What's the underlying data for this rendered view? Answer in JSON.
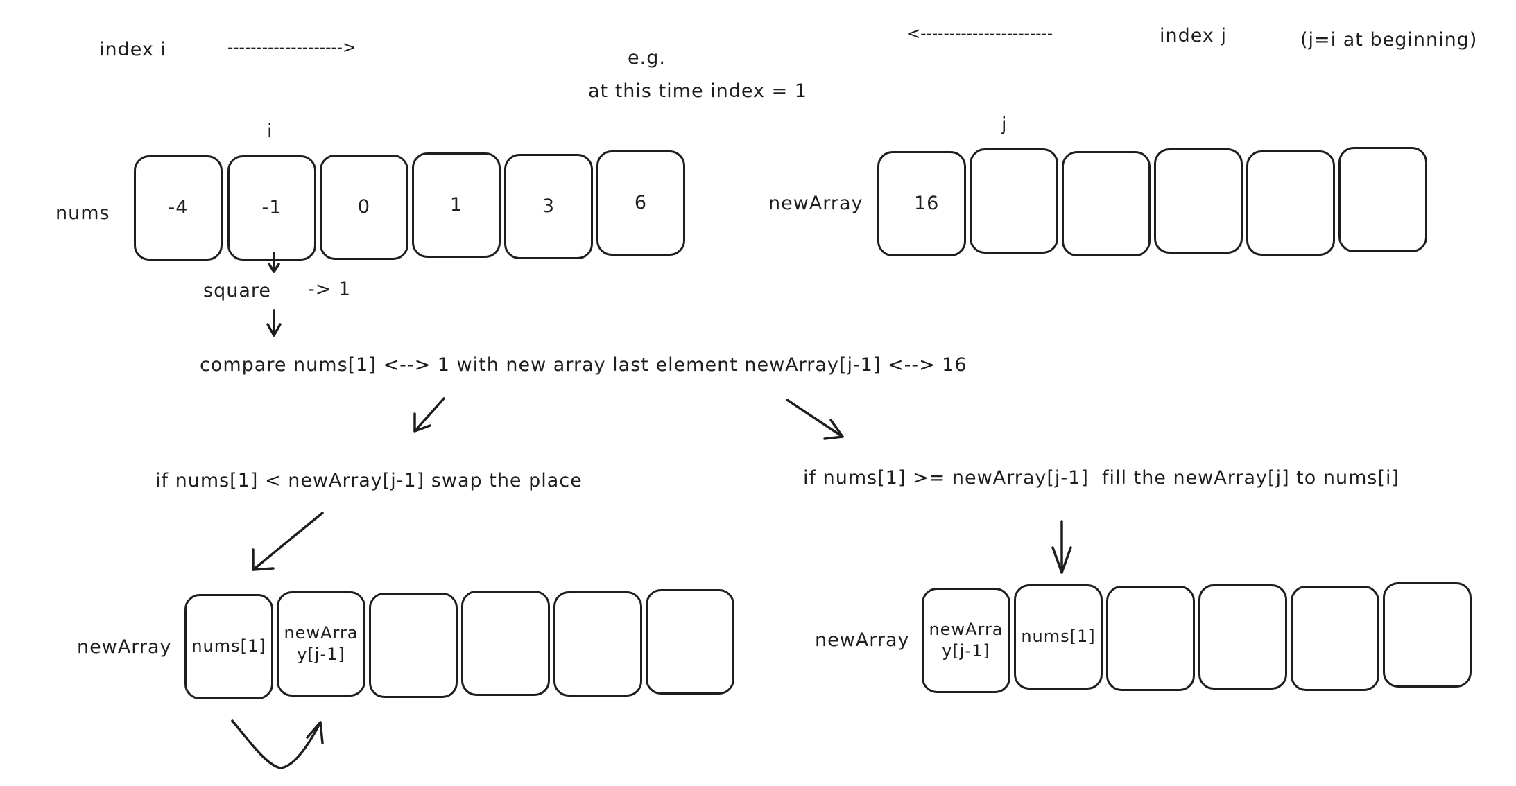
{
  "header": {
    "index_i": "index i",
    "arrow_right": "-------------------->",
    "example_label": "e.g.",
    "example_desc": "at this time index = 1",
    "arrow_left": "<-----------------------",
    "index_j": "index j",
    "j_note": "(j=i at beginning)"
  },
  "nums_array": {
    "label": "nums",
    "pointer": "i",
    "cells": [
      "-4",
      "-1",
      "0",
      "1",
      "3",
      "6"
    ]
  },
  "new_array_top": {
    "label": "newArray",
    "pointer": "j",
    "cells": [
      "16",
      "",
      "",
      "",
      "",
      ""
    ]
  },
  "square_step": {
    "label": "square",
    "result": "-> 1"
  },
  "compare_text": "compare nums[1] <--> 1 with new array last element newArray[j-1] <--> 16",
  "branch_left": {
    "condition": "if nums[1] < newArray[j-1] swap the place",
    "label": "newArray",
    "cells": [
      "nums[1]",
      "newArra\ny[j-1]",
      "",
      "",
      "",
      ""
    ]
  },
  "branch_right": {
    "condition": "if nums[1] >= newArray[j-1]  fill the newArray[j] to nums[i]",
    "label": "newArray",
    "cells": [
      "newArra\ny[j-1]",
      "nums[1]",
      "",
      "",
      "",
      ""
    ]
  }
}
